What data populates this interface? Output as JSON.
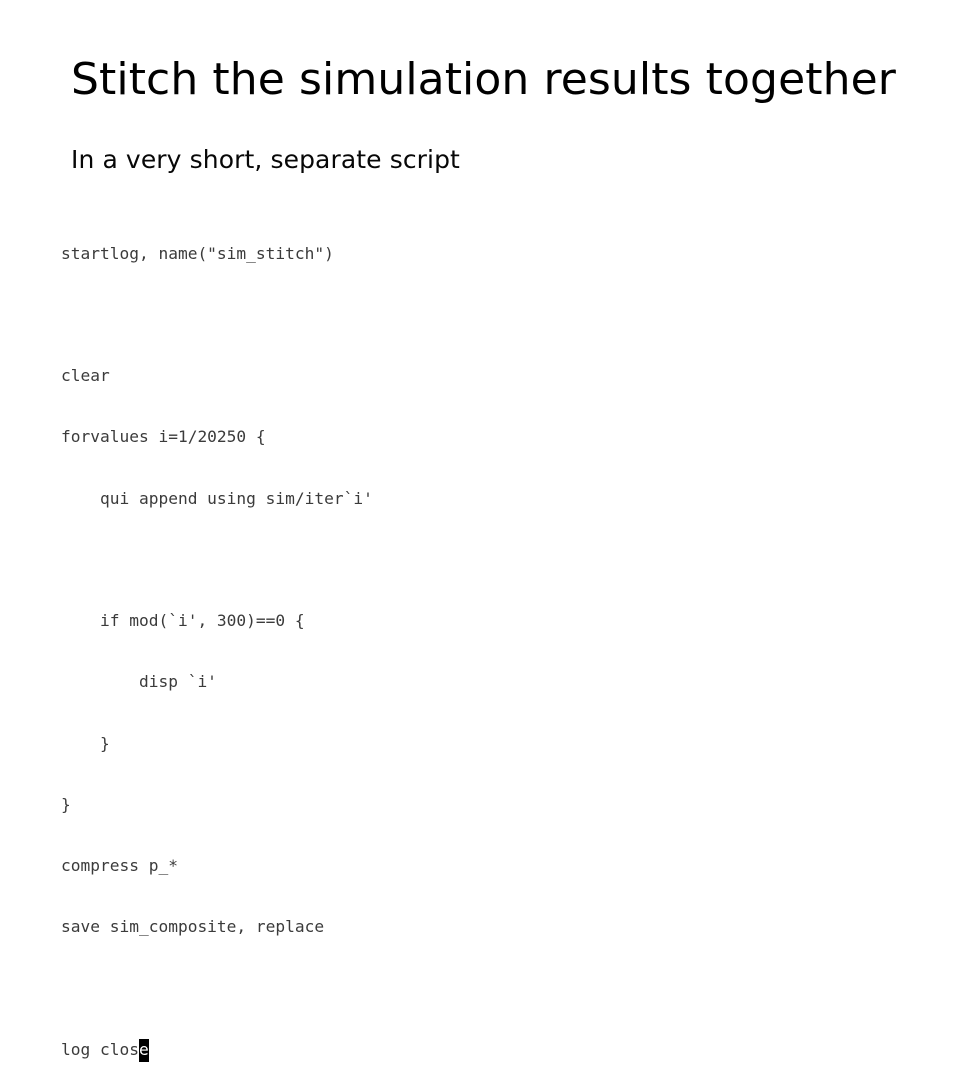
{
  "slide": {
    "title": "Stitch the simulation results together",
    "subtitle": "In a very short, separate script",
    "background_color": "#ffffff",
    "title_color": "#000000",
    "code_color": "#3b3b3b",
    "cursor_color": "#000000"
  },
  "code": {
    "language": "stata",
    "lines": [
      "startlog, name(\"sim_stitch\")",
      "",
      "clear",
      "forvalues i=1/20250 {",
      "    qui append using sim/iter`i'",
      "",
      "    if mod(`i', 300)==0 {",
      "        disp `i'",
      "    }",
      "}",
      "compress p_*",
      "save sim_composite, replace",
      ""
    ],
    "last_line": {
      "before_cursor": "log clos",
      "cursor_char": "e",
      "after_cursor": ""
    }
  }
}
